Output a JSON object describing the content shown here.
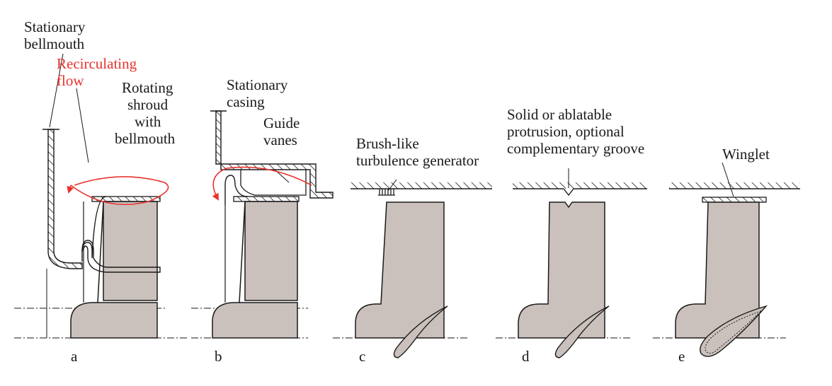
{
  "colors": {
    "blade_fill": "#cbc1bc",
    "line": "#1a1a1a",
    "recirculation": "#e8322e",
    "hatch": "#1a1a1a"
  },
  "labels": {
    "stationary_bellmouth": [
      "Stationary",
      "bellmouth"
    ],
    "recirculating_flow": [
      "Recirculating",
      "flow"
    ],
    "rotating_shroud": [
      "Rotating",
      "shroud",
      "with",
      "bellmouth"
    ],
    "stationary_casing": [
      "Stationary",
      "casing"
    ],
    "guide_vanes": [
      "Guide",
      "vanes"
    ],
    "brush_generator": [
      "Brush-like",
      "turbulence generator"
    ],
    "protrusion": [
      "Solid or ablatable",
      "protrusion, optional",
      "complementary groove"
    ],
    "winglet": "Winglet"
  },
  "panels": [
    "a",
    "b",
    "c",
    "d",
    "e"
  ]
}
